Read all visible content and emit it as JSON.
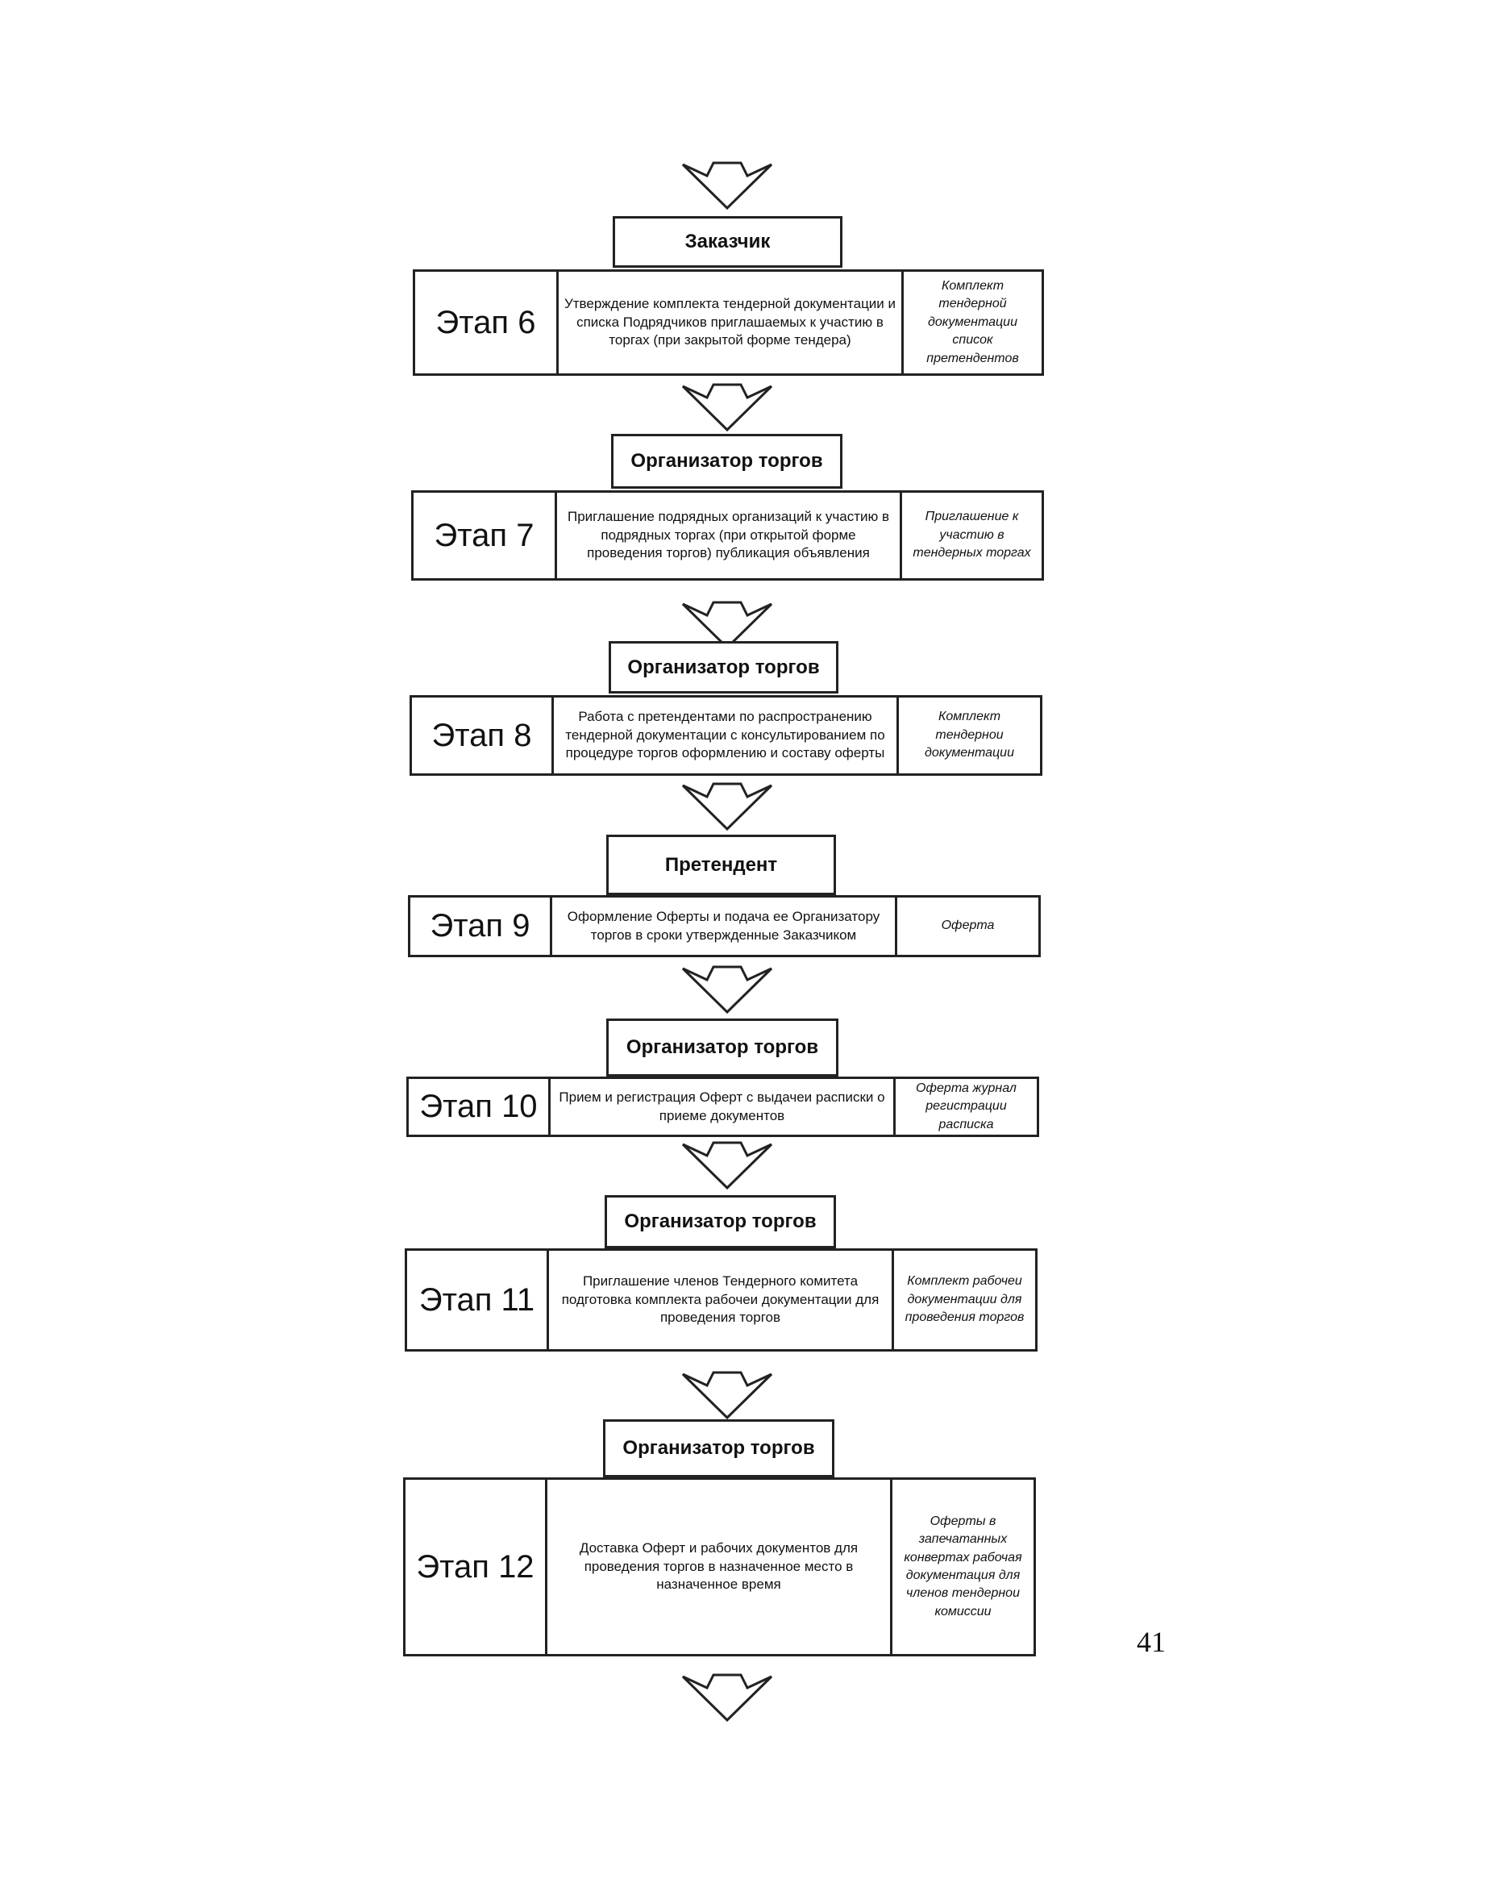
{
  "flow": {
    "stages": [
      {
        "actor": "Заказчик",
        "stage": "Этап 6",
        "description": "Утверждение комплекта тендерной документации и списка Подрядчиков приглашаемых к участию в торгах (при закрытой форме тендера)",
        "document": "Комплект тендерной документации список претендентов"
      },
      {
        "actor": "Организатор торгов",
        "stage": "Этап 7",
        "description": "Приглашение подрядных организаций к участию в подрядных торгах (при открытой форме проведения торгов) публикация объявления",
        "document": "Приглашение к участию в тендерных торгах"
      },
      {
        "actor": "Организатор торгов",
        "stage": "Этап 8",
        "description": "Работа с претендентами по распространению тендерной документации с консультированием по процедуре торгов оформлению и составу оферты",
        "document": "Комплект тендернои документации"
      },
      {
        "actor": "Претендент",
        "stage": "Этап 9",
        "description": "Оформление Оферты и подача ее Организатору торгов в сроки утвержденные Заказчиком",
        "document": "Оферта"
      },
      {
        "actor": "Организатор торгов",
        "stage": "Этап 10",
        "description": "Прием и регистрация Оферт с выдачеи расписки о приеме документов",
        "document": "Оферта журнал регистрации расписка"
      },
      {
        "actor": "Организатор торгов",
        "stage": "Этап 11",
        "description": "Приглашение членов Тендерного комитета подготовка комплекта рабочеи документации для проведения торгов",
        "document": "Комплект рабочеи документации для проведения торгов"
      },
      {
        "actor": "Организатор торгов",
        "stage": "Этап 12",
        "description": "Доставка Оферт и рабочих документов для проведения торгов в назначенное место в назначенное время",
        "document": "Оферты в запечатанных конвертах рабочая документация для членов тендернои комиссии"
      }
    ]
  },
  "page_number": "41"
}
